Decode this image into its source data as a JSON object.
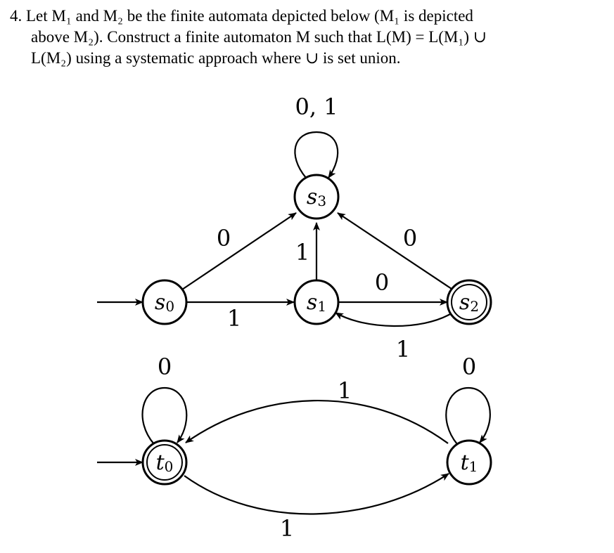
{
  "problem": {
    "number": "4.",
    "line1": "Let M₁ and M₂ be the finite automata depicted below (M₁ is depicted",
    "line2": "above M₂). Construct a finite automaton M such that L(M) = L(M₁) ∪",
    "line3": "L(M₂) using a systematic approach where ∪ is set union."
  },
  "m1": {
    "states": [
      {
        "id": "s0",
        "label": "s",
        "sub": "0",
        "start": true,
        "accept": false
      },
      {
        "id": "s1",
        "label": "s",
        "sub": "1",
        "start": false,
        "accept": false
      },
      {
        "id": "s2",
        "label": "s",
        "sub": "2",
        "start": false,
        "accept": true
      },
      {
        "id": "s3",
        "label": "s",
        "sub": "3",
        "start": false,
        "accept": false
      }
    ],
    "transitions": [
      {
        "from": "s3",
        "to": "s3",
        "label": "0, 1"
      },
      {
        "from": "s0",
        "to": "s3",
        "label": "0"
      },
      {
        "from": "s1",
        "to": "s3",
        "label": "1"
      },
      {
        "from": "s2",
        "to": "s3",
        "label": "0"
      },
      {
        "from": "s0",
        "to": "s1",
        "label": "1"
      },
      {
        "from": "s1",
        "to": "s2",
        "label": "0"
      },
      {
        "from": "s2",
        "to": "s1",
        "label": "1"
      }
    ]
  },
  "m2": {
    "states": [
      {
        "id": "t0",
        "label": "t",
        "sub": "0",
        "start": true,
        "accept": true
      },
      {
        "id": "t1",
        "label": "t",
        "sub": "1",
        "start": false,
        "accept": false
      }
    ],
    "transitions": [
      {
        "from": "t0",
        "to": "t0",
        "label": "0"
      },
      {
        "from": "t1",
        "to": "t1",
        "label": "0"
      },
      {
        "from": "t1",
        "to": "t0",
        "label": "1"
      },
      {
        "from": "t0",
        "to": "t1",
        "label": "1"
      }
    ]
  }
}
